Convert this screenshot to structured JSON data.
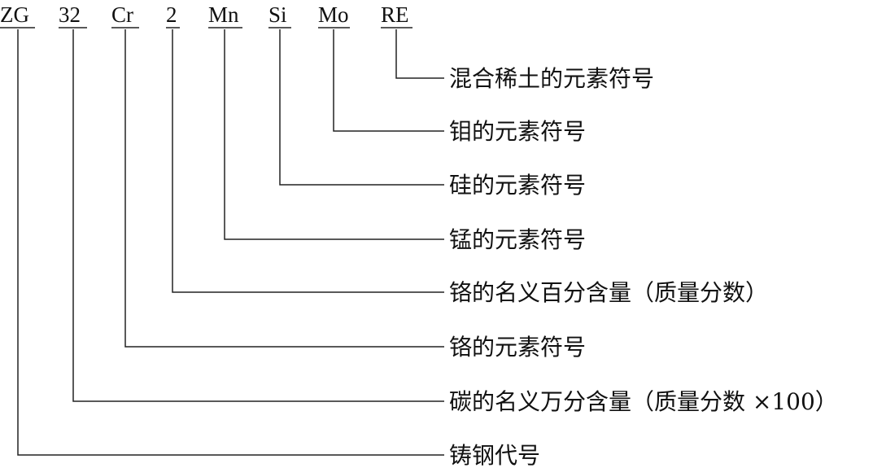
{
  "grade_codes": [
    "ZG",
    "32",
    "Cr",
    "2",
    "Mn",
    "Si",
    "Mo",
    "RE"
  ],
  "descriptions": [
    "混合稀土的元素符号",
    "钼的元素符号",
    "硅的元素符号",
    "锰的元素符号",
    "铬的名义百分含量（质量分数）",
    "铬的元素符号",
    "碳的名义万分含量（质量分数 ×100）",
    "铸钢代号"
  ],
  "links": [
    {
      "code": "RE",
      "description": "混合稀土的元素符号"
    },
    {
      "code": "Mo",
      "description": "钼的元素符号"
    },
    {
      "code": "Si",
      "description": "硅的元素符号"
    },
    {
      "code": "Mn",
      "description": "锰的元素符号"
    },
    {
      "code": "2",
      "description": "铬的名义百分含量（质量分数）"
    },
    {
      "code": "Cr",
      "description": "铬的元素符号"
    },
    {
      "code": "32",
      "description": "碳的名义万分含量（质量分数 ×100）"
    },
    {
      "code": "ZG",
      "description": "铸钢代号"
    }
  ]
}
